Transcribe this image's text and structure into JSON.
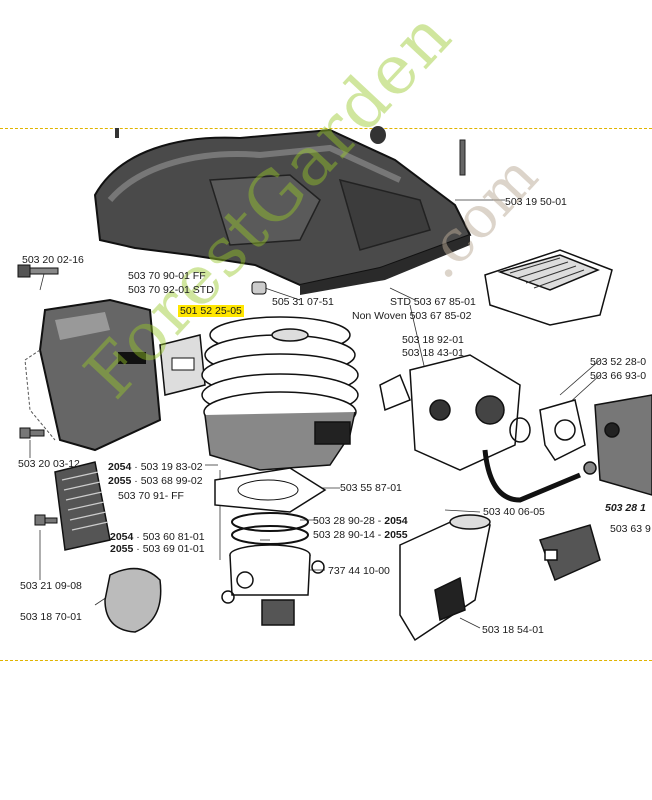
{
  "colors": {
    "highlight": "#ffe600",
    "border_dash": "#e0b400",
    "watermark": "#96c828"
  },
  "watermark": {
    "text": "ForestGarden",
    "suffix": ".com"
  },
  "labels": [
    {
      "id": "air-filter-cover",
      "text": "503 19 50-01"
    },
    {
      "id": "bolt",
      "text": "503 20 02-16"
    },
    {
      "id": "muffler-ff",
      "text": "503 70 90-01 FF"
    },
    {
      "id": "muffler-std",
      "text": "503 70 92-01 STD"
    },
    {
      "id": "gasket-highlight",
      "text": "501 52 25-05"
    },
    {
      "id": "spacer",
      "text": "505 31 07-51"
    },
    {
      "id": "filter-std",
      "text": "STD  503 67 85-01"
    },
    {
      "id": "filter-nonwoven",
      "text": "Non Woven 503 67 85-02"
    },
    {
      "id": "intake-1",
      "text": "503 18 92-01"
    },
    {
      "id": "intake-2",
      "text": "503 18 43-01"
    },
    {
      "id": "carb-part-1",
      "text": "503 52 28-0"
    },
    {
      "id": "carb-part-2",
      "text": "503 66 93-0"
    },
    {
      "id": "muffler-screw",
      "text": "503 20 03-12"
    },
    {
      "id": "cylinder-2054",
      "model": "2054",
      "text": "503 19 83-02"
    },
    {
      "id": "cylinder-2055",
      "model": "2055",
      "text": "503 68 99-02"
    },
    {
      "id": "cooling-plate",
      "text": "503 70 91-    FF"
    },
    {
      "id": "base-gasket",
      "text": "503 55 87-01"
    },
    {
      "id": "fuel-hose",
      "text": "503 40 06-05"
    },
    {
      "id": "carburetor",
      "text": "503 28 1"
    },
    {
      "id": "ring-2054",
      "model": "2054",
      "text": "503 28 90-28"
    },
    {
      "id": "ring-2055",
      "model": "2055",
      "text": "503 28 90-14"
    },
    {
      "id": "piston-2054",
      "model": "2054",
      "text": "503 60 81-01"
    },
    {
      "id": "piston-2055",
      "model": "2055",
      "text": "503 69 01-01"
    },
    {
      "id": "throttle-part",
      "text": "503 63 9"
    },
    {
      "id": "screw",
      "text": "503 21 09-08"
    },
    {
      "id": "circlip",
      "text": "737 44 10-00"
    },
    {
      "id": "screen",
      "text": "503 18 70-01"
    },
    {
      "id": "intake-manifold",
      "text": "503 18 54-01"
    }
  ]
}
